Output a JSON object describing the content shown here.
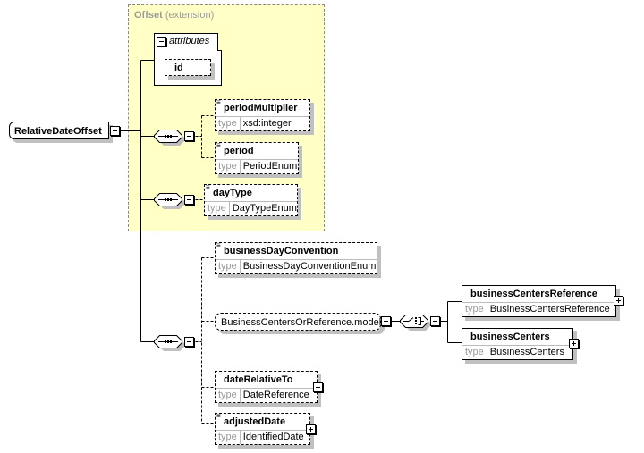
{
  "root": {
    "name": "RelativeDateOffset",
    "icon": "minus-toggle"
  },
  "extension": {
    "name": "Offset",
    "label": "(extension)"
  },
  "attributes": {
    "label": "attributes",
    "items": [
      {
        "name": "id"
      }
    ]
  },
  "elements": {
    "periodMultiplier": {
      "name": "periodMultiplier",
      "type_label": "type",
      "type": "xsd:integer"
    },
    "period": {
      "name": "period",
      "type_label": "type",
      "type": "PeriodEnum"
    },
    "dayType": {
      "name": "dayType",
      "type_label": "type",
      "type": "DayTypeEnum"
    },
    "businessDayConvention": {
      "name": "businessDayConvention",
      "type_label": "type",
      "type": "BusinessDayConventionEnum"
    },
    "model": {
      "name": "BusinessCentersOrReference.model"
    },
    "businessCentersReference": {
      "name": "businessCentersReference",
      "type_label": "type",
      "type": "BusinessCentersReference"
    },
    "businessCenters": {
      "name": "businessCenters",
      "type_label": "type",
      "type": "BusinessCenters"
    },
    "dateRelativeTo": {
      "name": "dateRelativeTo",
      "type_label": "type",
      "type": "DateReference"
    },
    "adjustedDate": {
      "name": "adjustedDate",
      "type_label": "type",
      "type": "IdentifiedDate"
    }
  }
}
